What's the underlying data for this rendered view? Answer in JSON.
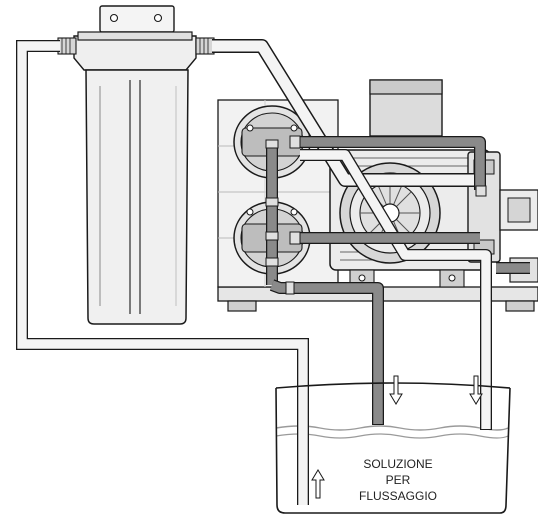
{
  "tank": {
    "label_line1": "SOLUZIONE",
    "label_line2": "PER",
    "label_line3": "FLUSSAGGIO"
  },
  "colors": {
    "outline": "#1a1a1a",
    "metal": "#e6e6e6",
    "metal_dark": "#bfbfbf",
    "hose_dark": "#8a8a8a",
    "hose_light": "#f4f4f4",
    "water": "#9a9a9a"
  },
  "icons": {
    "flow_up": "arrow-up-icon",
    "flow_down": "arrow-down-icon"
  }
}
